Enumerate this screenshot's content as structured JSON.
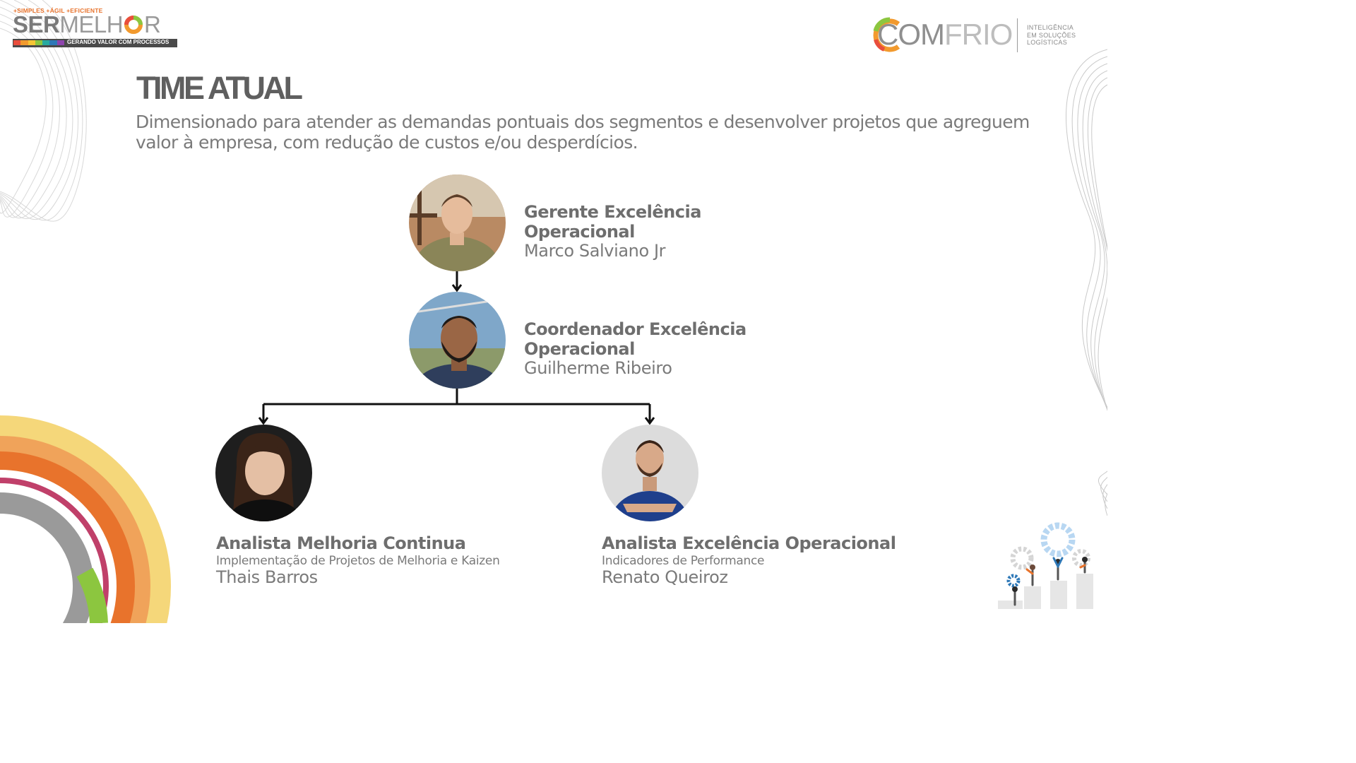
{
  "brand": {
    "sermelhor": {
      "tags": "+SIMPLES  +ÁGIL  +EFICIENTE",
      "word_part1": "SER",
      "word_part2": "MELH",
      "word_part3": "R",
      "tagline": "GERANDO VALOR COM PROCESSOS",
      "stripe_colors": [
        "#e94e3c",
        "#f29a2e",
        "#f6c535",
        "#8cc63f",
        "#27a9a0",
        "#2e78b7",
        "#8e44ad"
      ]
    },
    "comfrio": {
      "word_part1": "COM",
      "word_part2": "FRIO",
      "tagline_lines": [
        "INTELIGÊNCIA",
        "EM SOLUÇÕES",
        "LOGÍSTICAS"
      ]
    }
  },
  "header": {
    "title": "TIME ATUAL",
    "subtitle": "Dimensionado para atender as demandas pontuais dos segmentos e desenvolver projetos que agreguem valor à empresa, com redução de custos e/ou desperdícios."
  },
  "team": {
    "manager": {
      "role": "Gerente Excelência Operacional",
      "name": "Marco Salviano Jr"
    },
    "coordinator": {
      "role": "Coordenador Excelência Operacional",
      "name": "Guilherme Ribeiro"
    },
    "analyst_left": {
      "role": "Analista Melhoria Continua",
      "description": "Implementação de Projetos de Melhoria e Kaizen",
      "name": "Thais Barros"
    },
    "analyst_right": {
      "role": "Analista Excelência Operacional",
      "description": "Indicadores de Performance",
      "name": "Renato Queiroz"
    }
  },
  "colors": {
    "accent_orange": "#e8732c",
    "text_gray": "#6e6e6e",
    "connector": "#111111"
  }
}
